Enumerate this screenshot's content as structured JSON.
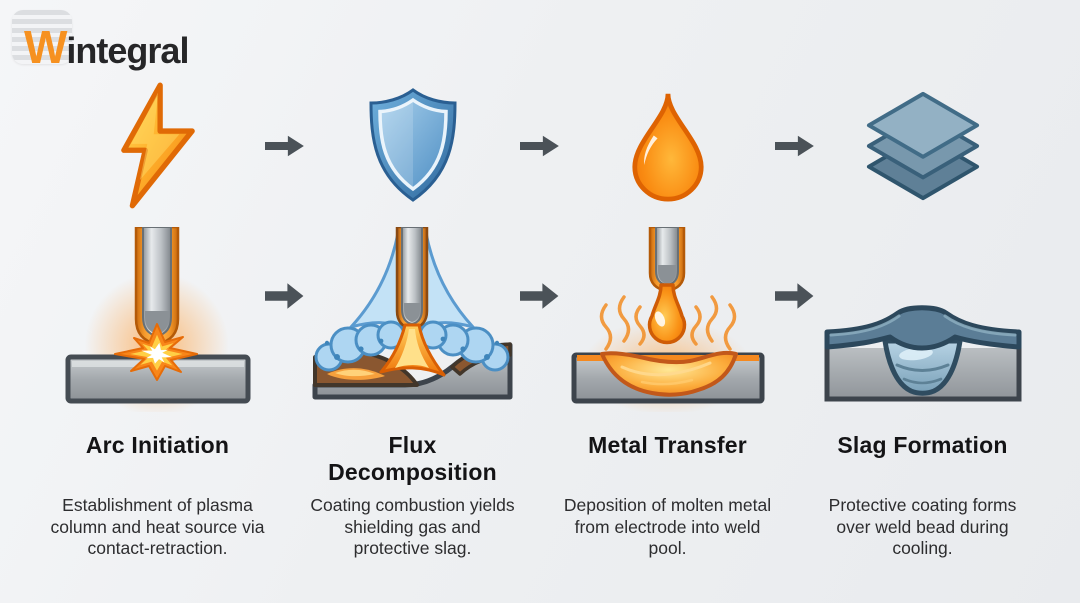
{
  "logo": {
    "prefix": "W",
    "rest": "integral"
  },
  "colors": {
    "accent_orange": "#f5891f",
    "bolt_yellow": "#ffc53d",
    "shield_blue": "#4a8fc6",
    "layers_blue_gray": "#7d9cb5",
    "slag_blue": "#5b7d96",
    "arrow_gray": "#4b5258",
    "metal_gray": "#a7acb0",
    "background": "#eef0f2",
    "title_text": "#141416",
    "body_text": "#2d2d2f"
  },
  "steps": [
    {
      "icon": "lightning-icon",
      "illustration": "arc-initiation-illustration",
      "title": "Arc Initiation",
      "description": "Establishment of plasma column and heat source via contact-retraction."
    },
    {
      "icon": "shield-icon",
      "illustration": "flux-decomposition-illustration",
      "title": "Flux Decomposition",
      "description": "Coating combustion yields shielding gas and protective slag."
    },
    {
      "icon": "droplet-icon",
      "illustration": "metal-transfer-illustration",
      "title": "Metal Transfer",
      "description": "Deposition of molten metal from electrode into weld pool."
    },
    {
      "icon": "layers-icon",
      "illustration": "slag-formation-illustration",
      "title": "Slag Formation",
      "description": "Protective coating forms over weld bead during cooling."
    }
  ]
}
